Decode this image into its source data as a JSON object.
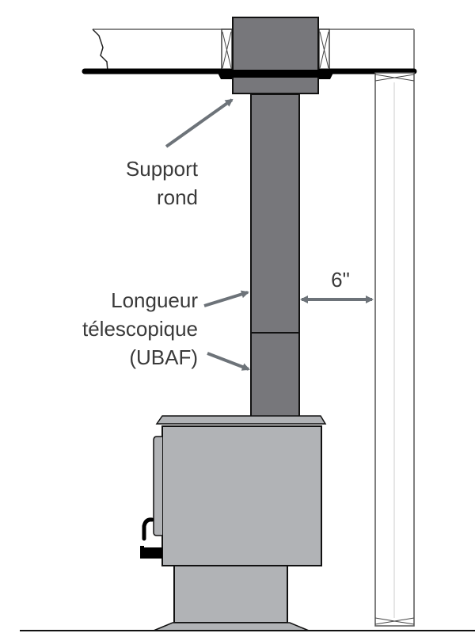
{
  "labels": {
    "support_line1": "Support",
    "support_line2": "rond",
    "length_line1": "Longueur",
    "length_line2": "télescopique",
    "length_line3": "(UBAF)",
    "clearance": "6\""
  },
  "colors": {
    "pipe": "#77777b",
    "stove": "#b1b3b6",
    "arrow": "#6d7379",
    "outline": "#111111"
  }
}
